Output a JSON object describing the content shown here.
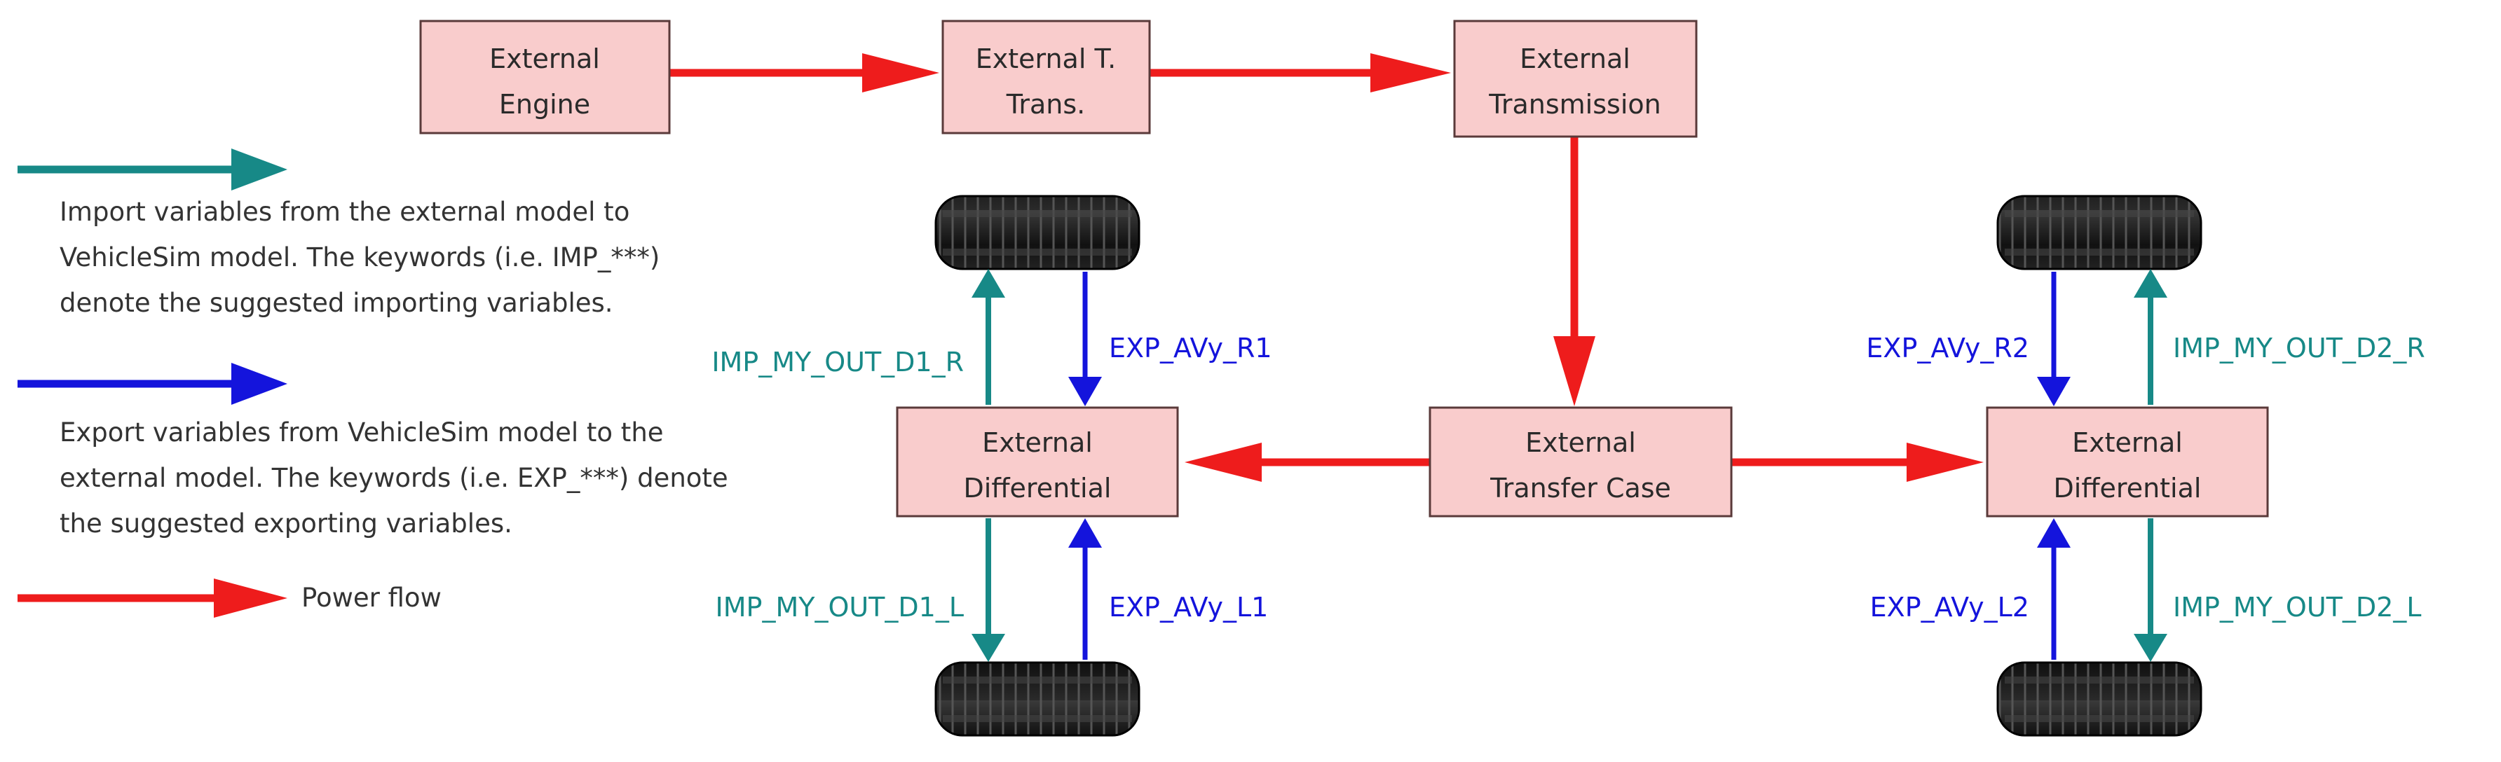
{
  "colors": {
    "power": "#ee1c1c",
    "import": "#178987",
    "export": "#1414dc",
    "box_fill": "#f9cccc",
    "box_border": "#5a3a3a"
  },
  "boxes": {
    "engine": [
      "External",
      "Engine"
    ],
    "torque_converter": [
      "External T.",
      "Trans."
    ],
    "transmission": [
      "External",
      "Transmission"
    ],
    "transfer_case": [
      "External",
      "Transfer Case"
    ],
    "diff_front": [
      "External",
      "Differential"
    ],
    "diff_rear": [
      "External",
      "Differential"
    ]
  },
  "variables": {
    "imp_d1_r": "IMP_MY_OUT_D1_R",
    "exp_r1": "EXP_AVy_R1",
    "imp_d1_l": "IMP_MY_OUT_D1_L",
    "exp_l1": "EXP_AVy_L1",
    "exp_r2": "EXP_AVy_R2",
    "imp_d2_r": "IMP_MY_OUT_D2_R",
    "exp_l2": "EXP_AVy_L2",
    "imp_d2_l": "IMP_MY_OUT_D2_L"
  },
  "legend": {
    "import_lines": [
      "Import variables from the external model to",
      "VehicleSim model. The keywords (i.e. IMP_***)",
      "denote the suggested importing variables."
    ],
    "export_lines": [
      "Export variables from VehicleSim model to the",
      "external model. The keywords (i.e. EXP_***) denote",
      "the suggested exporting variables."
    ],
    "power": "Power flow"
  },
  "icons": {
    "wheel": "tire-icon",
    "arrow": "arrow-icon"
  }
}
